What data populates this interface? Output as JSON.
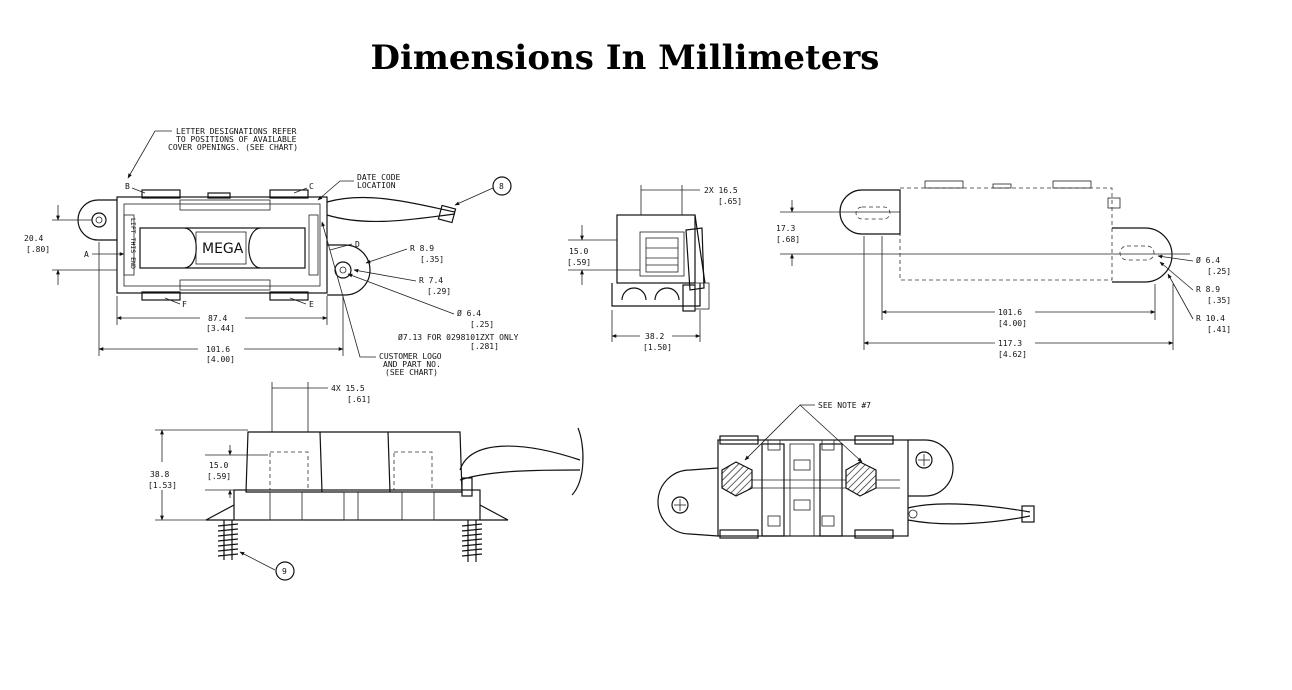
{
  "title": "Dimensions In Millimeters",
  "top_view": {
    "letter_note": [
      "LETTER DESIGNATIONS REFER",
      "TO POSITIONS OF AVAILABLE",
      "COVER OPENINGS.  (SEE CHART)"
    ],
    "date_code": [
      "DATE CODE",
      "LOCATION"
    ],
    "callout_8": "8",
    "pos_b": "B",
    "pos_c": "C",
    "pos_a": "A",
    "pos_d": "D",
    "pos_f": "F",
    "pos_e": "E",
    "lift_label": "LIFT THIS END",
    "mega_label": "MEGA",
    "dim_20_4": "20.4",
    "dim_20_4_in": "[.80]",
    "r_8_9": "R 8.9",
    "r_8_9_in": "[.35]",
    "r_7_4": "R 7.4",
    "r_7_4_in": "[.29]",
    "dia_6_4": "Ø 6.4",
    "dia_6_4_in": "[.25]",
    "dia_note_1": "Ø7.13 FOR 0298101ZXT ONLY",
    "dia_note_2": "[.281]",
    "dim_87_4": "87.4",
    "dim_87_4_in": "[3.44]",
    "dim_101_6": "101.6",
    "dim_101_6_in": "[4.00]",
    "logo_note": [
      "CUSTOMER LOGO",
      "AND PART NO.",
      "(SEE CHART)"
    ]
  },
  "end_view": {
    "dim_2x": "2X 16.5",
    "dim_2x_in": "[.65]",
    "dim_15": "15.0",
    "dim_15_in": "[.59]",
    "dim_38_2": "38.2",
    "dim_38_2_in": "[1.50]"
  },
  "side_view": {
    "dim_17_3": "17.3",
    "dim_17_3_in": "[.68]",
    "dia_6_4": "Ø 6.4",
    "dia_6_4_in": "[.25]",
    "r_8_9": "R 8.9",
    "r_8_9_in": "[.35]",
    "r_10_4": "R 10.4",
    "r_10_4_in": "[.41]",
    "dim_101_6": "101.6",
    "dim_101_6_in": "[4.00]",
    "dim_117_3": "117.3",
    "dim_117_3_in": "[4.62]"
  },
  "front_view": {
    "dim_4x": "4X 15.5",
    "dim_4x_in": "[.61]",
    "dim_38_8": "38.8",
    "dim_38_8_in": "[1.53]",
    "dim_15": "15.0",
    "dim_15_in": "[.59]",
    "callout_9": "9"
  },
  "bottom_view": {
    "see_note": "SEE NOTE #7"
  }
}
